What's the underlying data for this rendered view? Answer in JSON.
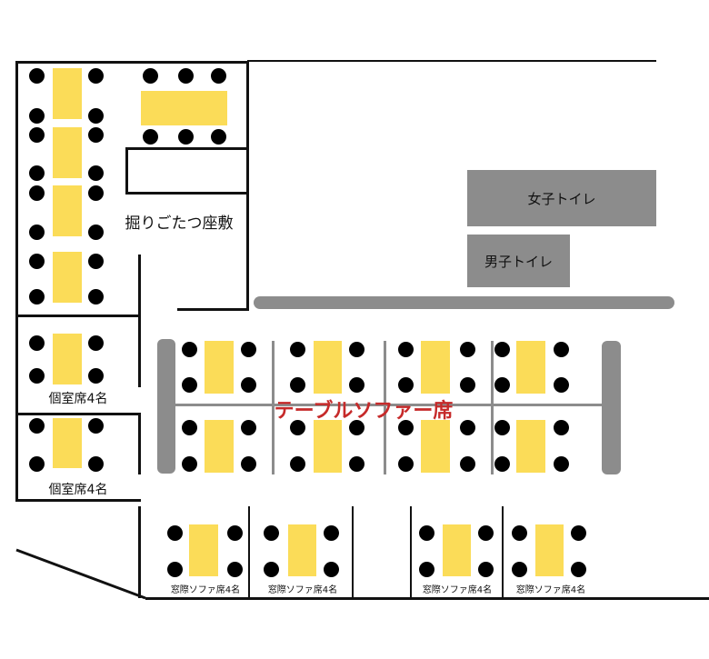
{
  "areas": {
    "horigotatsu": "掘りごたつ座敷",
    "private_room_1": "個室席4名",
    "private_room_2": "個室席4名",
    "table_sofa": "テーブルソファー席",
    "window_sofa": [
      "窓際ソファ席4名",
      "窓際ソファ席4名",
      "窓際ソファ席4名",
      "窓際ソファ席4名"
    ],
    "womens_toilet": "女子トイレ",
    "mens_toilet": "男子トイレ"
  },
  "colors": {
    "table": "#fbdc58",
    "chair": "#000000",
    "partition": "#8c8c8c",
    "accent_text": "#c62a2a"
  }
}
